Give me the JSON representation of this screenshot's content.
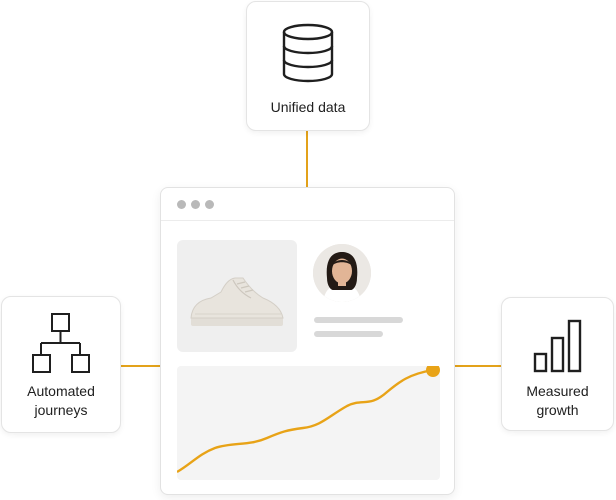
{
  "nodes": {
    "top": {
      "label": "Unified data",
      "icon": "database-icon"
    },
    "left": {
      "label_line1": "Automated",
      "label_line2": "journeys",
      "icon": "flowchart-icon"
    },
    "right": {
      "label_line1": "Measured",
      "label_line2": "growth",
      "icon": "bar-chart-icon"
    }
  },
  "window": {
    "controls": [
      "dot",
      "dot",
      "dot"
    ],
    "product": {
      "icon": "sneaker-icon"
    },
    "profile": {
      "icon": "person-avatar"
    },
    "chart": {
      "trend": "upward",
      "marker": "endpoint-dot"
    }
  },
  "colors": {
    "accent": "#e8a317",
    "line": "#e3a21a",
    "border": "#e4e4e4",
    "placeholder": "#d8d8d8",
    "panel": "#f4f4f4"
  }
}
